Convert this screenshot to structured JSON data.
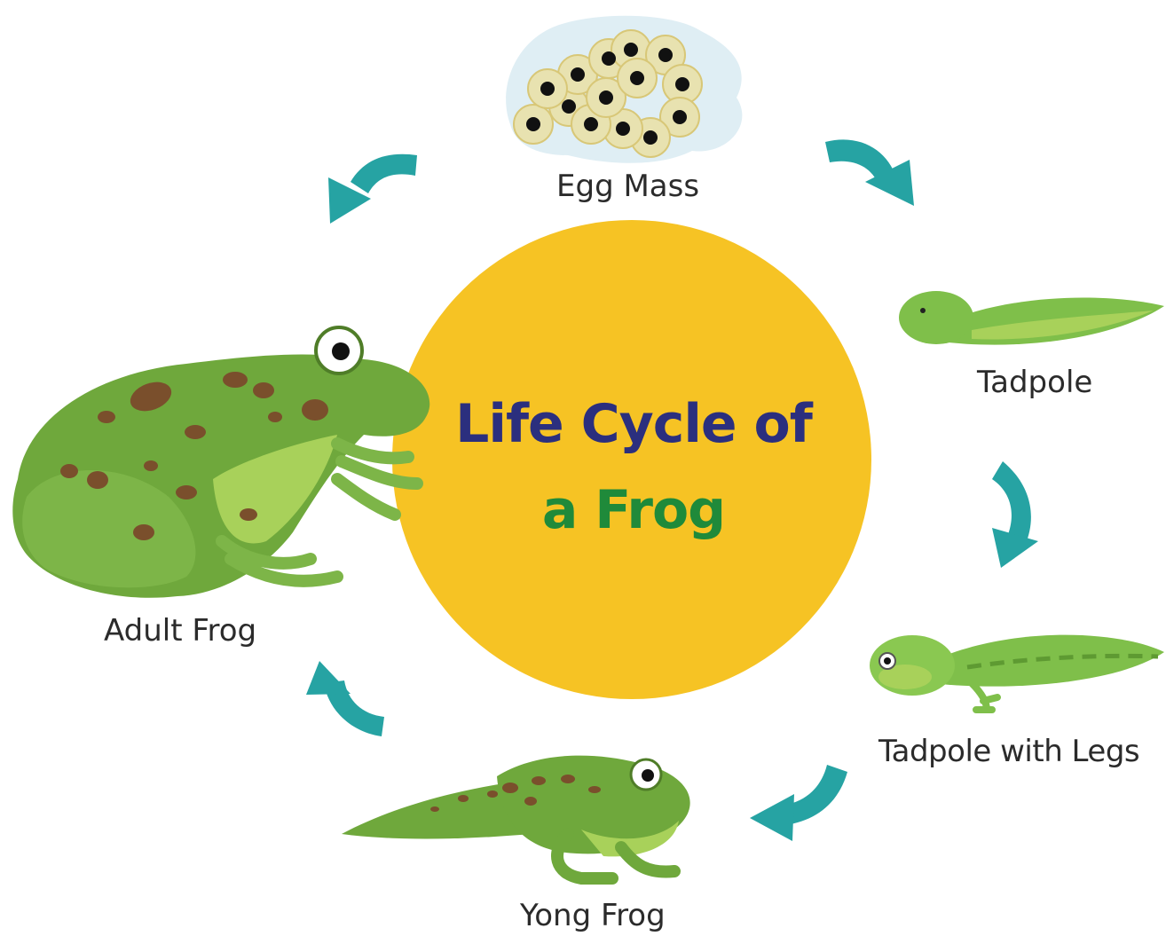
{
  "title": {
    "line1": "Life Cycle of",
    "line2": "a Frog"
  },
  "stages": [
    {
      "id": "egg-mass",
      "label": "Egg Mass"
    },
    {
      "id": "tadpole",
      "label": "Tadpole"
    },
    {
      "id": "tadpole-with-legs",
      "label": "Tadpole with Legs"
    },
    {
      "id": "young-frog",
      "label": "Yong Frog"
    },
    {
      "id": "adult-frog",
      "label": "Adult Frog"
    }
  ],
  "colors": {
    "center_circle": "#f6c324",
    "arrow": "#26a3a3",
    "frog_body": "#6fa83c",
    "frog_belly": "#a8d15a",
    "frog_spots": "#7a4f2c",
    "title_line1": "#2b2f7e",
    "title_line2": "#1f8a3a",
    "egg_jelly": "#e8e2b0",
    "egg_bg": "#dfeef4"
  }
}
